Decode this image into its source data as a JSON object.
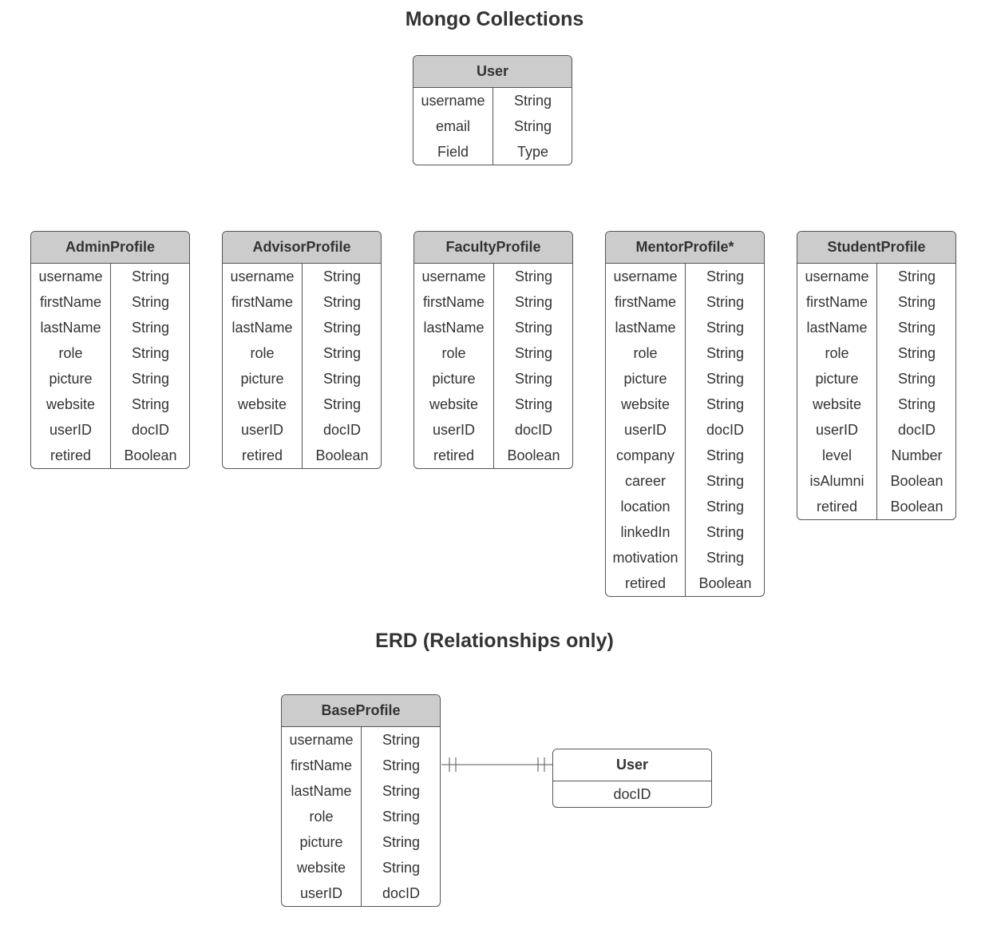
{
  "titles": {
    "mongo": "Mongo Collections",
    "erd": "ERD (Relationships only)"
  },
  "colors": {
    "header_fill": "#cccccc",
    "border": "#555555",
    "text": "#333333"
  },
  "collections": {
    "user": {
      "name": "User",
      "fields": [
        {
          "field": "username",
          "type": "String"
        },
        {
          "field": "email",
          "type": "String"
        },
        {
          "field": "Field",
          "type": "Type"
        }
      ]
    },
    "profiles": [
      {
        "name": "AdminProfile",
        "fields": [
          {
            "field": "username",
            "type": "String"
          },
          {
            "field": "firstName",
            "type": "String"
          },
          {
            "field": "lastName",
            "type": "String"
          },
          {
            "field": "role",
            "type": "String"
          },
          {
            "field": "picture",
            "type": "String"
          },
          {
            "field": "website",
            "type": "String"
          },
          {
            "field": "userID",
            "type": "docID"
          },
          {
            "field": "retired",
            "type": "Boolean"
          }
        ]
      },
      {
        "name": "AdvisorProfile",
        "fields": [
          {
            "field": "username",
            "type": "String"
          },
          {
            "field": "firstName",
            "type": "String"
          },
          {
            "field": "lastName",
            "type": "String"
          },
          {
            "field": "role",
            "type": "String"
          },
          {
            "field": "picture",
            "type": "String"
          },
          {
            "field": "website",
            "type": "String"
          },
          {
            "field": "userID",
            "type": "docID"
          },
          {
            "field": "retired",
            "type": "Boolean"
          }
        ]
      },
      {
        "name": "FacultyProfile",
        "fields": [
          {
            "field": "username",
            "type": "String"
          },
          {
            "field": "firstName",
            "type": "String"
          },
          {
            "field": "lastName",
            "type": "String"
          },
          {
            "field": "role",
            "type": "String"
          },
          {
            "field": "picture",
            "type": "String"
          },
          {
            "field": "website",
            "type": "String"
          },
          {
            "field": "userID",
            "type": "docID"
          },
          {
            "field": "retired",
            "type": "Boolean"
          }
        ]
      },
      {
        "name": "MentorProfile*",
        "fields": [
          {
            "field": "username",
            "type": "String"
          },
          {
            "field": "firstName",
            "type": "String"
          },
          {
            "field": "lastName",
            "type": "String"
          },
          {
            "field": "role",
            "type": "String"
          },
          {
            "field": "picture",
            "type": "String"
          },
          {
            "field": "website",
            "type": "String"
          },
          {
            "field": "userID",
            "type": "docID"
          },
          {
            "field": "company",
            "type": "String"
          },
          {
            "field": "career",
            "type": "String"
          },
          {
            "field": "location",
            "type": "String"
          },
          {
            "field": "linkedIn",
            "type": "String"
          },
          {
            "field": "motivation",
            "type": "String"
          },
          {
            "field": "retired",
            "type": "Boolean"
          }
        ]
      },
      {
        "name": "StudentProfile",
        "fields": [
          {
            "field": "username",
            "type": "String"
          },
          {
            "field": "firstName",
            "type": "String"
          },
          {
            "field": "lastName",
            "type": "String"
          },
          {
            "field": "role",
            "type": "String"
          },
          {
            "field": "picture",
            "type": "String"
          },
          {
            "field": "website",
            "type": "String"
          },
          {
            "field": "userID",
            "type": "docID"
          },
          {
            "field": "level",
            "type": "Number"
          },
          {
            "field": "isAlumni",
            "type": "Boolean"
          },
          {
            "field": "retired",
            "type": "Boolean"
          }
        ]
      }
    ]
  },
  "erd": {
    "base_profile": {
      "name": "BaseProfile",
      "fields": [
        {
          "field": "username",
          "type": "String"
        },
        {
          "field": "firstName",
          "type": "String"
        },
        {
          "field": "lastName",
          "type": "String"
        },
        {
          "field": "role",
          "type": "String"
        },
        {
          "field": "picture",
          "type": "String"
        },
        {
          "field": "website",
          "type": "String"
        },
        {
          "field": "userID",
          "type": "docID"
        }
      ]
    },
    "user": {
      "name": "User",
      "field": "docID"
    },
    "relationship": "one-and-only-one to one-and-only-one"
  }
}
